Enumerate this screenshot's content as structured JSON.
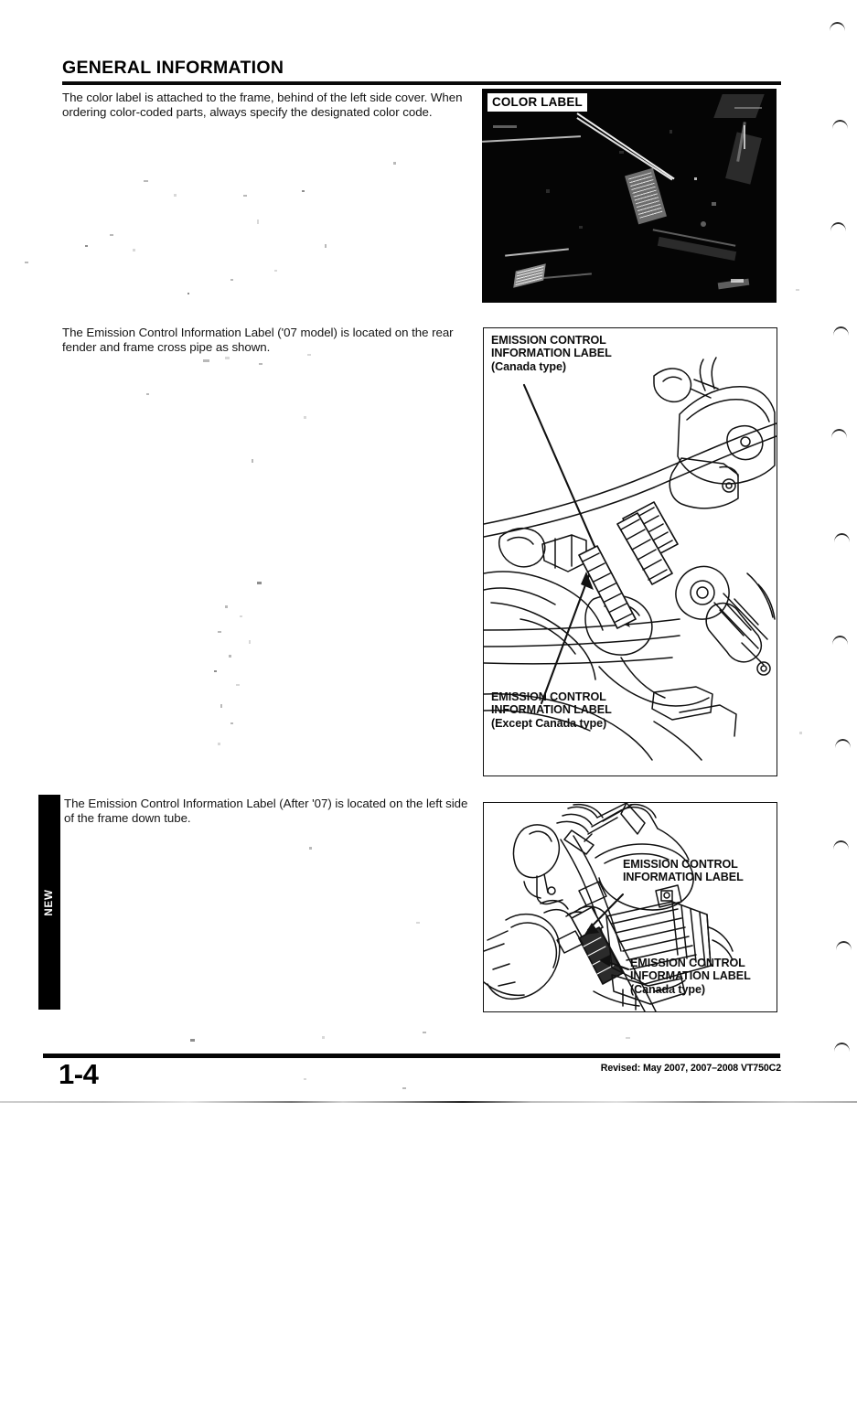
{
  "header": {
    "title": "GENERAL INFORMATION"
  },
  "paragraphs": {
    "color_label": "The color label is attached to the frame, behind of the left side cover. When ordering color-coded parts, always specify the designated color code.",
    "emission_07": "The Emission Control Information Label ('07 model) is located on the rear fender and frame cross pipe as shown.",
    "emission_after_07": "The Emission Control Information Label (After '07) is located on the left side of the frame down tube."
  },
  "change_bar": {
    "label": "NEW"
  },
  "figures": {
    "color_label_photo": {
      "callout": "COLOR LABEL"
    },
    "emission_07": {
      "callout_top": "EMISSION CONTROL\nINFORMATION LABEL\n(Canada type)",
      "callout_bottom": "EMISSION CONTROL\nINFORMATION LABEL\n(Except Canada type)"
    },
    "emission_after_07": {
      "callout_main": "EMISSION CONTROL\nINFORMATION LABEL",
      "callout_canada": "EMISSION CONTROL\nINFORMATION LABEL\n(Canada type)"
    }
  },
  "footer": {
    "page_number": "1-4",
    "revision": "Revised: May 2007, 2007–2008 VT750C2"
  }
}
